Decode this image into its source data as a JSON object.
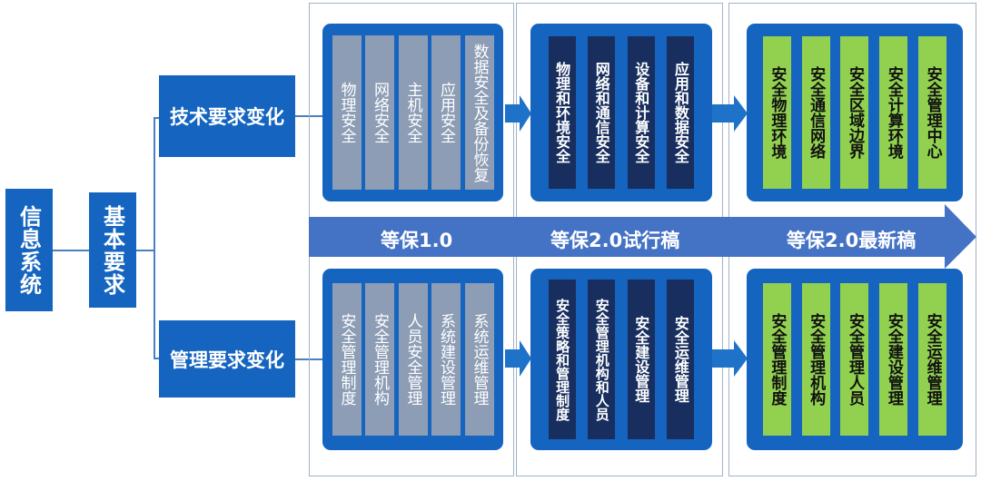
{
  "root": "信息系统",
  "basic": "基本要求",
  "branches": {
    "tech": "技术要求变化",
    "mgmt": "管理要求变化"
  },
  "stages": [
    "等保1.0",
    "等保2.0试行稿",
    "等保2.0最新稿"
  ],
  "tech": {
    "v1": [
      "物理安全",
      "网络安全",
      "主机安全",
      "应用安全",
      "数据安全及备份恢复"
    ],
    "trial": [
      "物理和环境安全",
      "网络和通信安全",
      "设备和计算安全",
      "应用和数据安全"
    ],
    "latest": [
      "安全物理环境",
      "安全通信网络",
      "安全区域边界",
      "安全计算环境",
      "安全管理中心"
    ]
  },
  "mgmt": {
    "v1": [
      "安全管理制度",
      "安全管理机构",
      "人员安全管理",
      "系统建设管理",
      "系统运维管理"
    ],
    "trial": [
      "安全策略和管理制度",
      "安全管理机构和人员",
      "安全建设管理",
      "安全运维管理"
    ],
    "latest": [
      "安全管理制度",
      "安全管理机构",
      "安全管理人员",
      "安全建设管理",
      "安全运维管理"
    ]
  },
  "colors": {
    "blue": "#1565c0",
    "navy": "#172e5e",
    "gray": "#8c9db5",
    "green": "#92d050",
    "arrow": "#4472c4"
  }
}
